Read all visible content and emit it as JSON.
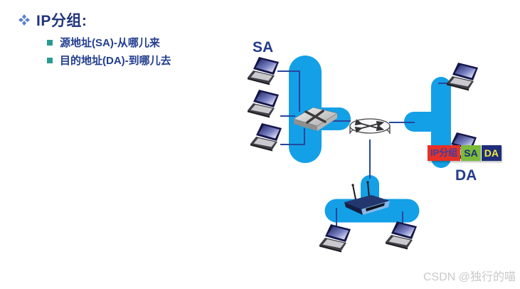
{
  "slide": {
    "title": "IP分组:",
    "bullets": [
      "源地址(SA)-从哪儿来",
      "目的地址(DA)-到哪儿去"
    ]
  },
  "diagram": {
    "source_label": "SA",
    "dest_label": "DA",
    "packet": {
      "header": "IP分组",
      "sa": "SA",
      "da": "DA"
    },
    "icons": [
      "laptop-icon",
      "switch-icon",
      "router-icon",
      "wireless-router-icon",
      "network-cloud"
    ]
  },
  "watermark": "CSDN @独行的喵",
  "colors": {
    "cloud_blue": "#14A0E6",
    "link_navy": "#26479E",
    "text_navy": "#22357B",
    "bullet_teal": "#2B9A94",
    "packet_red_bg": "#E63128",
    "packet_header_text": "#3E3F9E",
    "packet_green_bg": "#7CBA3C",
    "packet_navy_bg": "#202C7A",
    "packet_yellow_text": "#F2EA3A",
    "watermark_gray": "#C9C9C9"
  }
}
